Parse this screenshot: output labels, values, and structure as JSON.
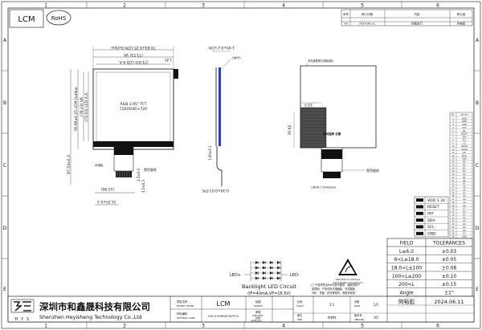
{
  "header": {
    "lcm_label": "LCM",
    "rohs_label": "RoHS"
  },
  "frame": {
    "col_labels": [
      "1",
      "2",
      "3",
      "4",
      "5",
      "6"
    ],
    "row_labels": [
      "A",
      "B",
      "C",
      "D",
      "E"
    ]
  },
  "revision_table": {
    "col1": "序号",
    "col2": "修订日期",
    "col3": "内容",
    "col4": "修订者",
    "row1": [
      "V0",
      "2024.06.11",
      "初版发行",
      "何裕彪"
    ]
  },
  "front_view": {
    "dim_outline_width": "74.83±0.25 LCM Outline",
    "dim_active_width": "(71.53) VA",
    "dim_aa_width": "(71.93) LCD A.A.",
    "dim_outline_height": "78.98±0.25 LCM Outline",
    "dim_va_height": "(76.23) VA",
    "dim_aa_height": "(71.93) LCD A.A.",
    "dim_top_gap": "1.45",
    "dim_fpc_total": "87.53±0.3",
    "dim_fpc_width": "31.25±0.3",
    "dim_fpc_pos": "(15.96)",
    "dim_fpc_len": "3.5±0.3",
    "dim_fpc_small": "4.5±0.3",
    "center_text_line1": "RGB 3.95\" TFT",
    "center_text_line2": "720(RGB)×720",
    "tape_label": "黑色胶纸",
    "fpc_note": "补强板"
  },
  "side_view": {
    "dim_thickness": "1.95±0.2 LCM",
    "dim_fpc_thickness": "0.30±0.03 FPC",
    "dim_stiffener": "1.00±0.1",
    "pol_label": "上偏光片"
  },
  "back_view": {
    "note_top": "背光源铁框与泡棉组合",
    "label_box": "背光铭牌 日期",
    "dim_a": "22.5",
    "dim_b": "35.62",
    "tape_label": "黑色胶纸",
    "fpc_code": "HYS3950-C-RGB3"
  },
  "pin_table": {
    "header_no": "No.",
    "header_sym": "Symbol",
    "rows": [
      [
        "1",
        "LEDA"
      ],
      [
        "2",
        "LEDK"
      ],
      [
        "3",
        "GND"
      ],
      [
        "4",
        "VCC"
      ],
      [
        "5",
        "NC"
      ],
      [
        "6",
        "RESET"
      ],
      [
        "7",
        "SDA"
      ],
      [
        "8",
        "SCL"
      ],
      [
        "9",
        "CS"
      ],
      [
        "10",
        "HSYNC"
      ],
      [
        "11",
        "VSYNC"
      ],
      [
        "12",
        "DE"
      ],
      [
        "13",
        "PCLK"
      ],
      [
        "14",
        "GND"
      ],
      [
        "15",
        "B0"
      ],
      [
        "16",
        "B1"
      ],
      [
        "17",
        "B2"
      ],
      [
        "18",
        "B3"
      ],
      [
        "19",
        "B4"
      ],
      [
        "20",
        "B5"
      ],
      [
        "21",
        "B6"
      ],
      [
        "22",
        "B7"
      ],
      [
        "23",
        "G0"
      ],
      [
        "24",
        "G1"
      ],
      [
        "25",
        "G2"
      ],
      [
        "26",
        "G3"
      ],
      [
        "27",
        "G4"
      ],
      [
        "28",
        "G5"
      ],
      [
        "29",
        "G6"
      ],
      [
        "30",
        "G7"
      ],
      [
        "31",
        "R0"
      ],
      [
        "32",
        "R1"
      ],
      [
        "33",
        "R2"
      ],
      [
        "34",
        "R3"
      ],
      [
        "35",
        "R4"
      ],
      [
        "36",
        "R5"
      ],
      [
        "37",
        "R6"
      ],
      [
        "38",
        "R7"
      ],
      [
        "39",
        "GND"
      ],
      [
        "40",
        "INT"
      ]
    ]
  },
  "touch_connector": {
    "pins": [
      "VDD 3.3V",
      "RESET",
      "INT",
      "SDA",
      "SCL",
      "GND"
    ]
  },
  "tolerance_table": {
    "header_field": "FIELD",
    "header_tol": "TOLERANCES",
    "rows": [
      [
        "L≤6.0",
        "±0.03"
      ],
      [
        "6<L≤18.0",
        "±0.05"
      ],
      [
        "18.0<L≤100",
        "±0.08"
      ],
      [
        "100<L≤200",
        "±0.10"
      ],
      [
        "200<L",
        "±0.15"
      ],
      [
        "Angle",
        "±1°"
      ]
    ]
  },
  "backlight": {
    "title": "Backlight LED Circuit",
    "subtitle": "(IF=40mA,VF=16.5V)",
    "led_plus": "LED+",
    "led_minus": "LED-"
  },
  "esd": {
    "caption1": "Attention to observe",
    "caption2": "electrostatic precautions"
  },
  "notes": {
    "line1": "产品须符合RoHS指令要求，避免损伤产",
    "line2": "品表面，产品可用手指触碰，但须避免",
    "line3": "对折、扭曲、挤压等操作，需轻拿轻放"
  },
  "title_block": {
    "company_cn": "深圳市和鑫晟科技有限公司",
    "company_en": "Shenzhen Heyisheng Technology Co.,Ltd",
    "project_name_label": "项目名称",
    "project_name_label_en": "PROJECT NAME",
    "project_name": "LCM",
    "material_label": "材料编码",
    "material_label_en": "MATERIAL CODE",
    "material_code": "HYS-3.95RGB720FPC0",
    "drawn_label": "绘图",
    "drawn_en": "DRAWN",
    "checked_label": "审核",
    "checked_en": "CHECKED",
    "approved_label": "批准",
    "approved_en": "APPROVED",
    "drawn_by": "何裕彪",
    "date": "2024.06.11",
    "scale_label": "比例",
    "scale_en": "SCALE",
    "scale": "1:1",
    "unit_label": "单位",
    "unit_en": "UNIT",
    "unit": "mm",
    "page_label": "页数",
    "page_en": "PAGE",
    "page": "1/1",
    "version_label": "版本号",
    "version_en": "VERSION",
    "version": "V0"
  }
}
